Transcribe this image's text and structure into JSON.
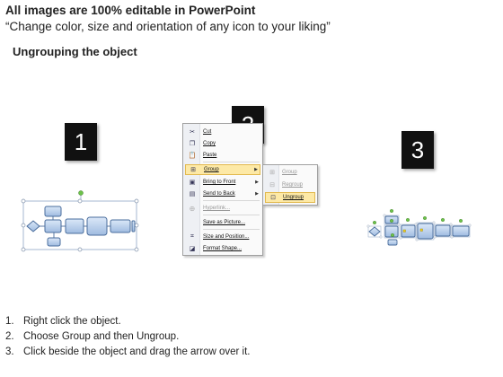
{
  "header": {
    "title": "All images are 100% editable in PowerPoint",
    "subtitle": "“Change color, size and orientation of any icon to your liking”",
    "section": "Ungrouping the object"
  },
  "badges": [
    "1",
    "2",
    "3"
  ],
  "context_menu": {
    "items": [
      {
        "label": "Cut",
        "icon": "scissors-icon"
      },
      {
        "label": "Copy",
        "icon": "copy-icon"
      },
      {
        "label": "Paste",
        "icon": "paste-icon"
      },
      {
        "label": "Group",
        "icon": "group-icon",
        "submenu": true,
        "highlighted": true
      },
      {
        "label": "Bring to Front",
        "icon": "bring-front-icon",
        "submenu": true
      },
      {
        "label": "Send to Back",
        "icon": "send-back-icon",
        "submenu": true
      },
      {
        "label": "Hyperlink...",
        "icon": "hyperlink-icon",
        "disabled": true
      },
      {
        "label": "Save as Picture...",
        "icon": ""
      },
      {
        "label": "Size and Position...",
        "icon": "size-position-icon"
      },
      {
        "label": "Format Shape...",
        "icon": "format-shape-icon"
      }
    ]
  },
  "submenu": {
    "items": [
      {
        "label": "Group",
        "icon": "group-icon",
        "disabled": true
      },
      {
        "label": "Regroup",
        "icon": "regroup-icon",
        "disabled": true
      },
      {
        "label": "Ungroup",
        "icon": "ungroup-icon",
        "highlighted": true
      }
    ]
  },
  "steps": [
    {
      "num": "1.",
      "text": "Right click the object."
    },
    {
      "num": "2.",
      "text": "Choose Group and then Ungroup."
    },
    {
      "num": "3.",
      "text": "Click beside the object and drag the arrow over it."
    }
  ],
  "colors": {
    "shape_fill": "#bcd3ef",
    "shape_stroke": "#4a6d9c",
    "handle_green": "#6cc24a",
    "menu_highlight": "#fde9a6"
  }
}
